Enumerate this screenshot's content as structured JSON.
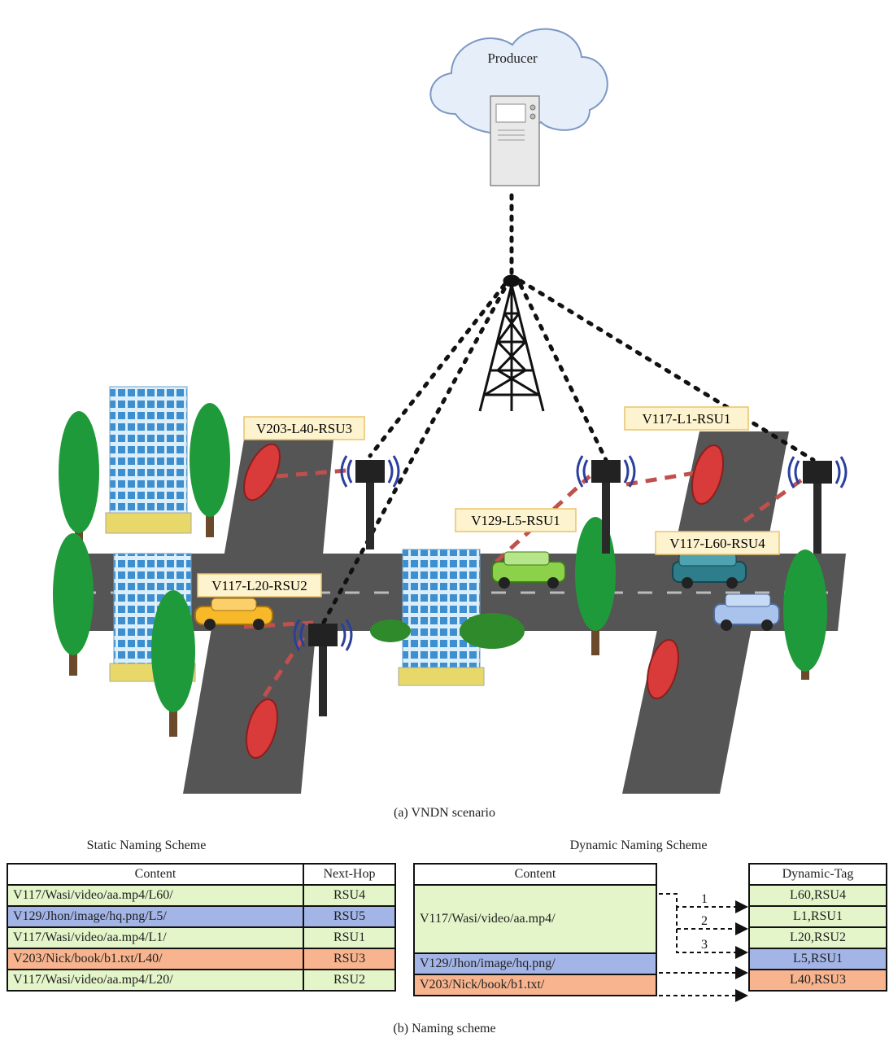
{
  "scenario": {
    "cloud_label": "Producer",
    "vehicle_tags": [
      "V203-L40-RSU3",
      "V117-L1-RSU1",
      "V129-L5-RSU1",
      "V117-L60-RSU4",
      "V117-L20-RSU2"
    ],
    "caption": "(a) VNDN scenario"
  },
  "static_scheme": {
    "title": "Static Naming Scheme",
    "headers": [
      "Content",
      "Next-Hop"
    ],
    "rows": [
      {
        "content": "V117/Wasi/video/aa.mp4/L60/",
        "hop": "RSU4",
        "color": "#e3f5c9"
      },
      {
        "content": "V129/Jhon/image/hq.png/L5/",
        "hop": "RSU5",
        "color": "#a3b4e6"
      },
      {
        "content": "V117/Wasi/video/aa.mp4/L1/",
        "hop": "RSU1",
        "color": "#e3f5c9"
      },
      {
        "content": "V203/Nick/book/b1.txt/L40/",
        "hop": "RSU3",
        "color": "#f7b48e"
      },
      {
        "content": "V117/Wasi/video/aa.mp4/L20/",
        "hop": "RSU2",
        "color": "#e3f5c9"
      }
    ]
  },
  "dynamic_scheme": {
    "title": "Dynamic Naming Scheme",
    "content_header": "Content",
    "tag_header": "Dynamic-Tag",
    "contents": [
      "V117/Wasi/video/aa.mp4/",
      "V129/Jhon/image/hq.png/",
      "V203/Nick/book/b1.txt/"
    ],
    "tags": [
      "L60,RSU4",
      "L1,RSU1",
      "L20,RSU2",
      "L5,RSU1",
      "L40,RSU3"
    ],
    "arrow_labels": [
      "1",
      "2",
      "3"
    ]
  },
  "caption_b": "(b) Naming scheme",
  "colors": {
    "green": "#e3f5c9",
    "blue": "#a3b4e6",
    "orange": "#f7b48e",
    "road": "#555555",
    "tag_bg": "#fdf3cf",
    "tag_border": "#e8c46a"
  }
}
